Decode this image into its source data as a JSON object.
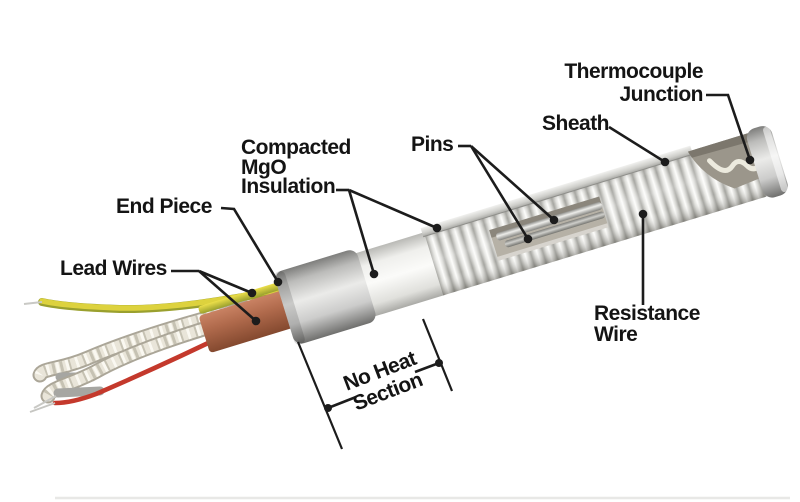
{
  "labels": {
    "thermocouple_junction": {
      "line1": "Thermocouple",
      "line2": "Junction"
    },
    "sheath": {
      "text": "Sheath"
    },
    "pins": {
      "text": "Pins"
    },
    "mgo_insulation": {
      "line1": "Compacted",
      "line2": "MgO",
      "line3": "Insulation"
    },
    "end_piece": {
      "text": "End Piece"
    },
    "lead_wires": {
      "text": "Lead Wires"
    },
    "no_heat_section": {
      "line1": "No Heat",
      "line2": "Section"
    },
    "resistance_wire": {
      "line1": "Resistance",
      "line2": "Wire"
    }
  },
  "colors": {
    "label_text": "#141414",
    "leader_line": "#1c1c1c",
    "lead_wire_yellow": "#ddd23e",
    "lead_wire_red": "#c4392c",
    "braided_sleeve": "#e8e4d8",
    "mgo_core_brown": "#b06a4c",
    "sheath_metal": "#d6d6d3",
    "ceramic_white": "#f4f4f1",
    "background": "#ffffff"
  }
}
